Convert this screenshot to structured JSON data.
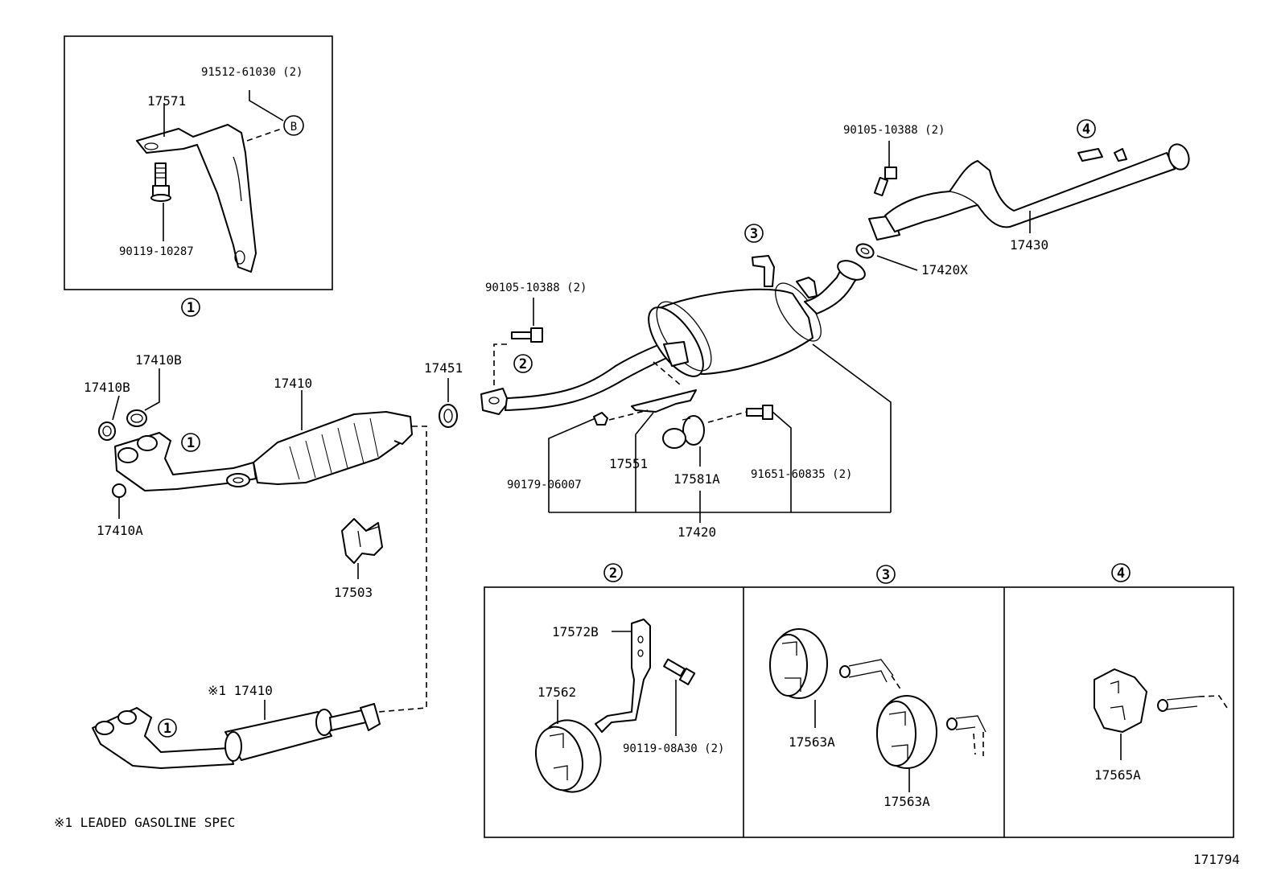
{
  "title": "Exhaust pipe parts diagram",
  "labels": {
    "p91512": "91512-61030 (2)",
    "p17571": "17571",
    "pB": "B",
    "p90119_10287": "90119-10287",
    "c1_inset": "1",
    "p17410B_top": "17410B",
    "p17410B_left": "17410B",
    "p17410": "17410",
    "c1_a": "1",
    "p17410A": "17410A",
    "p17451": "17451",
    "p17503": "17503",
    "p90105_mid": "90105-10388 (2)",
    "c2_a": "2",
    "p17551": "17551",
    "p90179": "90179-06007",
    "p17581A": "17581A",
    "p91651": "91651-60835 (2)",
    "p17420": "17420",
    "c3_a": "3",
    "p90105_top": "90105-10388 (2)",
    "c4_a": "4",
    "p17430": "17430",
    "p17420X": "17420X",
    "p17410_lead": "※1 17410",
    "c1_b": "1",
    "c2_b": "2",
    "c3_b": "3",
    "c4_b": "4",
    "p17572B": "17572B",
    "p17562": "17562",
    "p90119_08A30": "90119-08A30 (2)",
    "p17563A_a": "17563A",
    "p17563A_b": "17563A",
    "p17565A": "17565A",
    "footnote": "※1  LEADED GASOLINE SPEC",
    "ref": "171794"
  }
}
